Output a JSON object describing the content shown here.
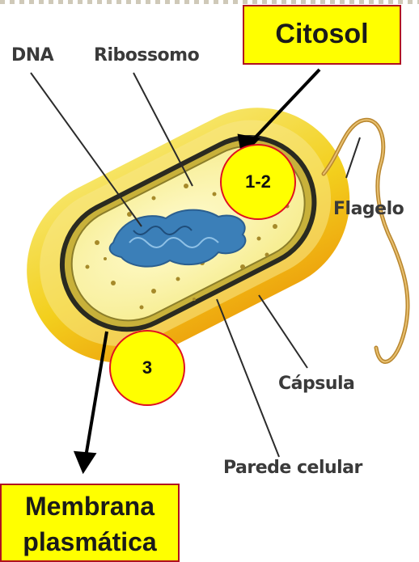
{
  "labels": {
    "dna": "DNA",
    "ribossomo": "Ribossomo",
    "flagelo": "Flagelo",
    "capsula": "Cápsula",
    "parede_celular": "Parede celular"
  },
  "callouts": {
    "citosol": "Citosol",
    "membrana_line1": "Membrana",
    "membrana_line2": "plasmática"
  },
  "markers": {
    "marker_a": "1-2",
    "marker_b": "3"
  },
  "colors": {
    "callout_fill": "#ffff00",
    "callout_border": "#b01020",
    "marker_border": "#e01020",
    "capsule_outer": "#f2d21e",
    "capsule_inner": "#fff7a8",
    "cell_wall": "#2a2a20",
    "dna": "#3b7fb8"
  }
}
